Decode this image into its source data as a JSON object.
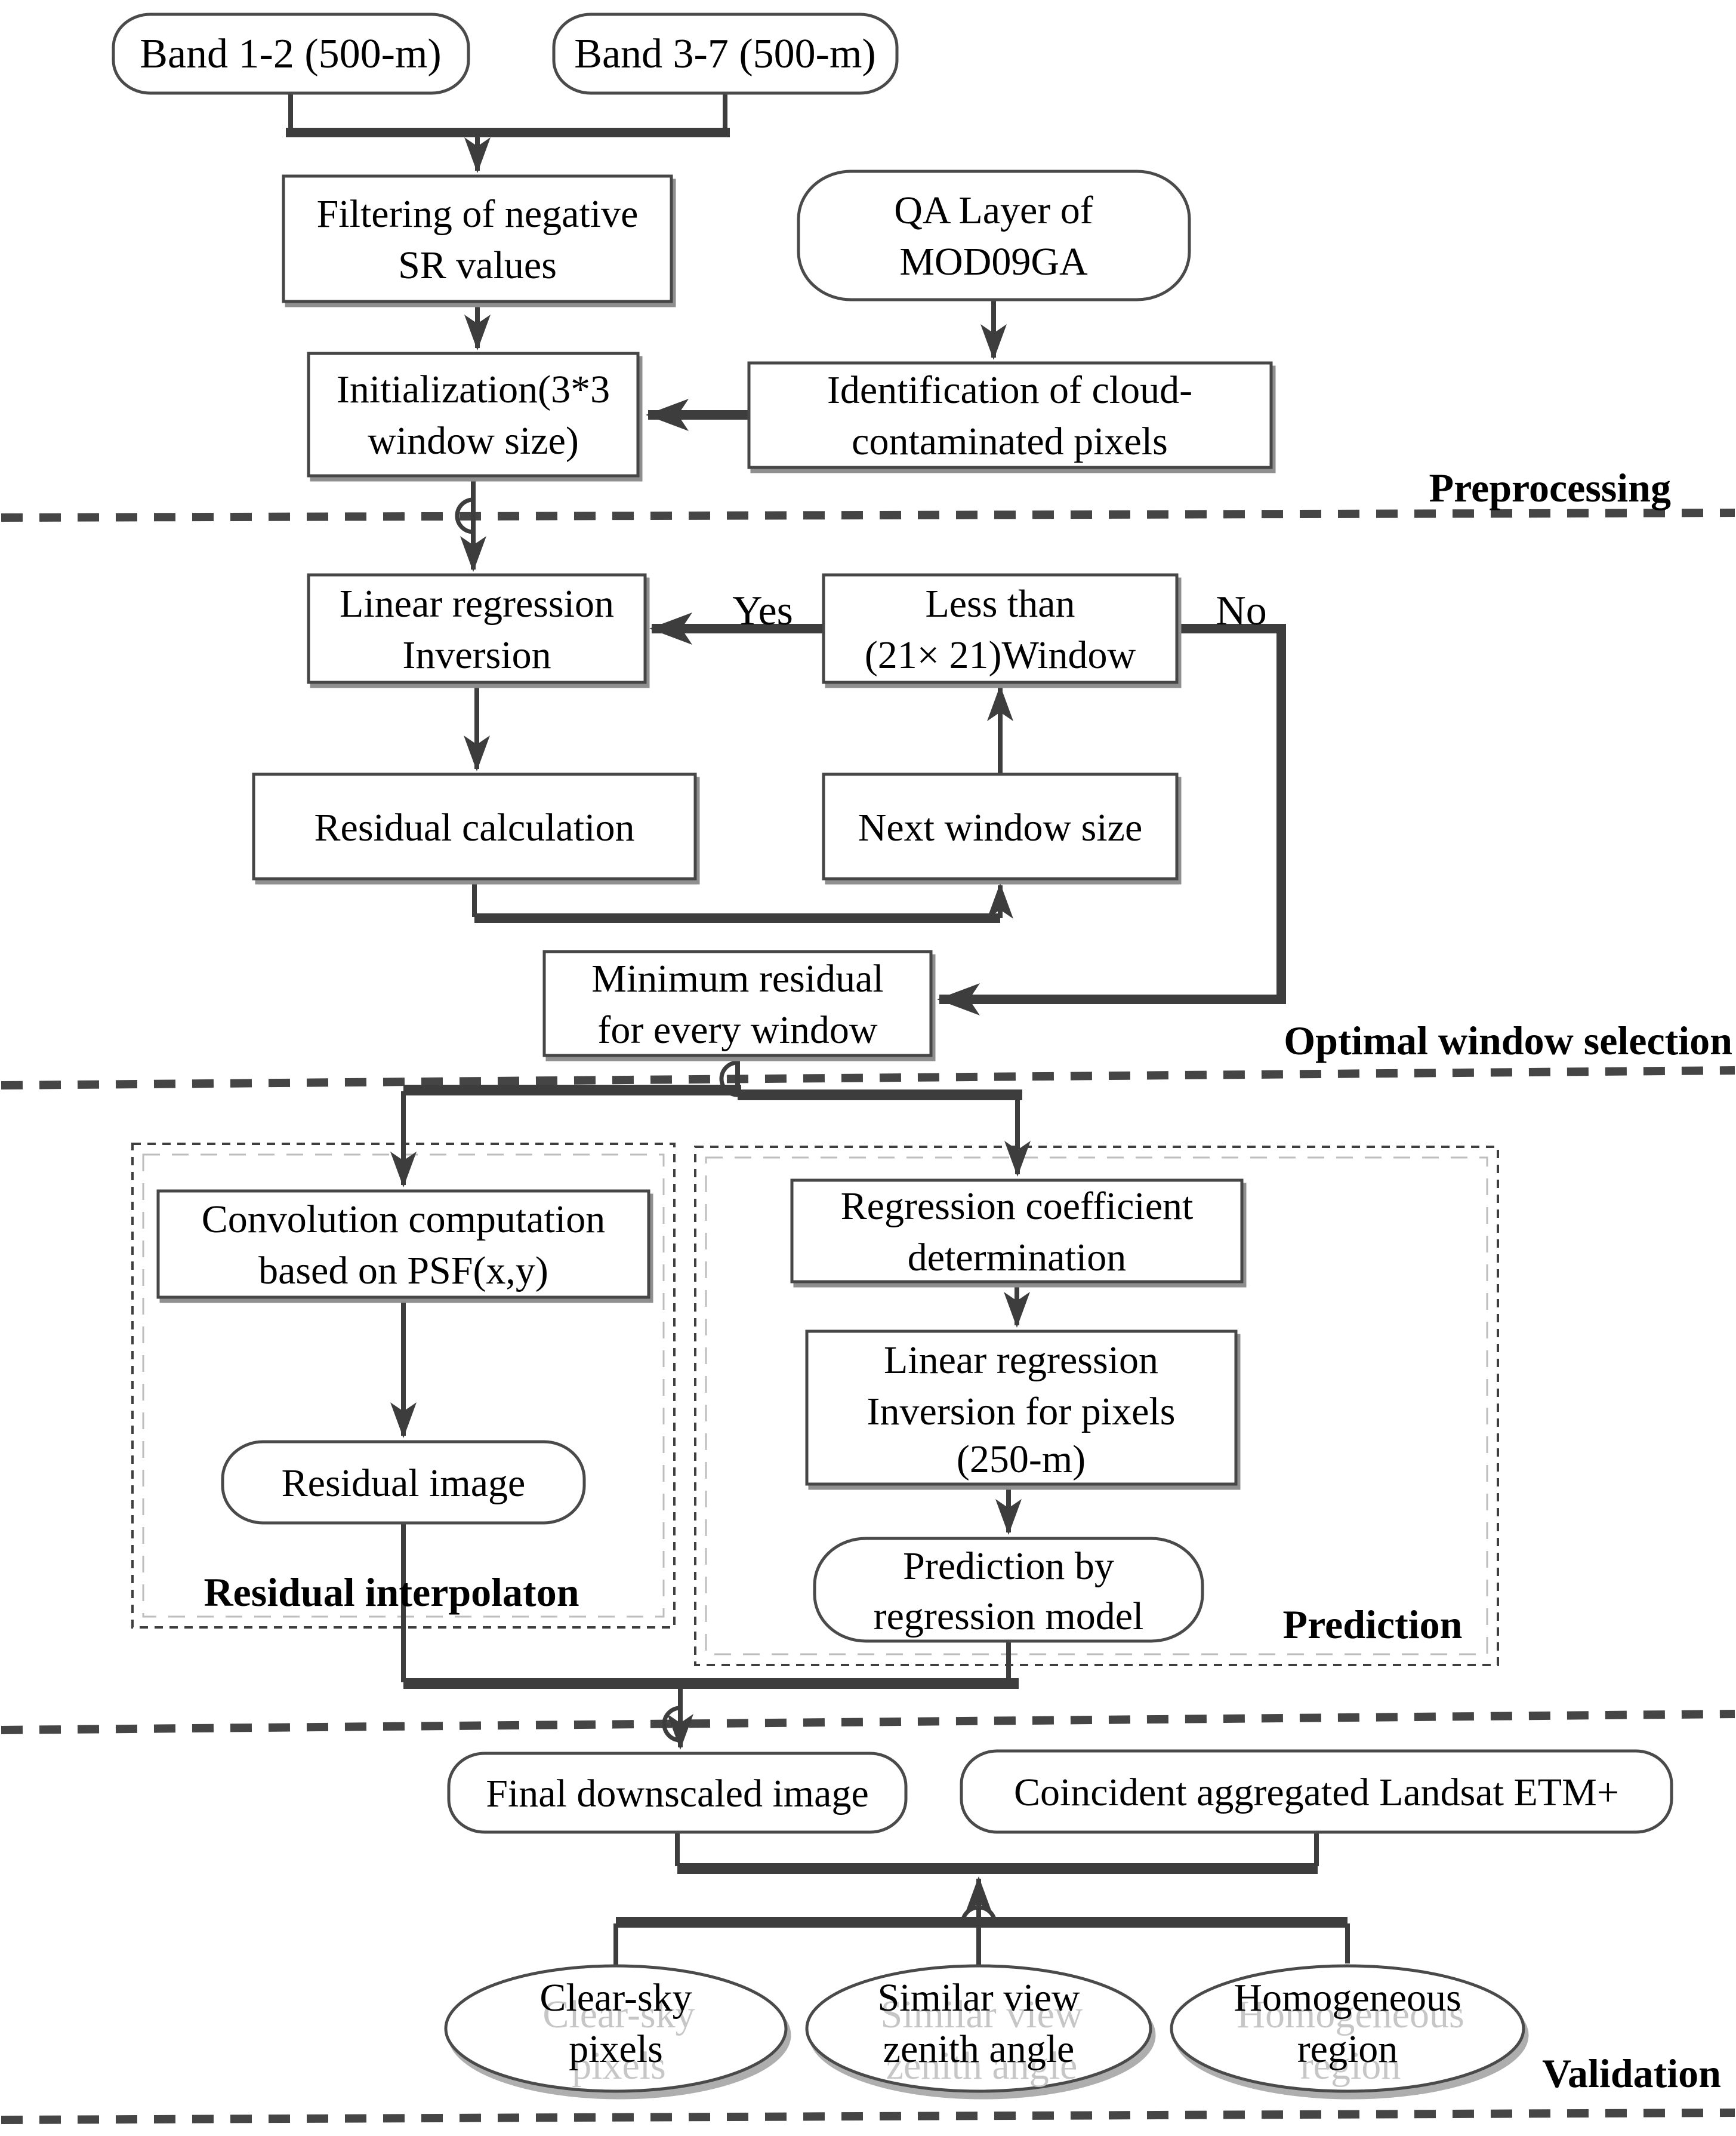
{
  "diagram_title": "MODIS surface-reflectance downscaling flowchart",
  "sections": {
    "preprocessing": {
      "label": "Preprocessing"
    },
    "optimal_window": {
      "label": "Optimal window selection"
    },
    "residual_interpolation": {
      "label": "Residual interpolaton"
    },
    "prediction": {
      "label": "Prediction"
    },
    "validation": {
      "label": "Validation"
    }
  },
  "nodes": {
    "band12": {
      "shape": "rounded",
      "lines": [
        "Band 1-2 (500-m)"
      ]
    },
    "band37": {
      "shape": "rounded",
      "lines": [
        "Band 3-7 (500-m)"
      ]
    },
    "filtering": {
      "shape": "rect",
      "lines": [
        "Filtering of negative",
        "SR values"
      ]
    },
    "qa_layer": {
      "shape": "rounded",
      "lines": [
        "QA Layer of",
        "MOD09GA"
      ]
    },
    "initialization": {
      "shape": "rect",
      "lines": [
        "Initialization(3*3",
        "window size)"
      ]
    },
    "identification": {
      "shape": "rect",
      "lines": [
        "Identification of cloud-",
        "contaminated pixels"
      ]
    },
    "linear_regression": {
      "shape": "rect",
      "lines": [
        "Linear regression",
        "Inversion"
      ]
    },
    "less_than": {
      "shape": "rect",
      "lines": [
        "Less than",
        "(21× 21)Window"
      ]
    },
    "residual_calc": {
      "shape": "rect",
      "lines": [
        "Residual calculation"
      ]
    },
    "next_window": {
      "shape": "rect",
      "lines": [
        "Next window size"
      ]
    },
    "min_residual": {
      "shape": "rect",
      "lines": [
        "Minimum residual",
        "for every window"
      ]
    },
    "convolution": {
      "shape": "rect",
      "lines": [
        "Convolution computation",
        "based on PSF(x,y)"
      ]
    },
    "residual_image": {
      "shape": "rounded",
      "lines": [
        "Residual image"
      ]
    },
    "reg_coeff": {
      "shape": "rect",
      "lines": [
        "Regression coefficient",
        "determination"
      ]
    },
    "linreg_pixels": {
      "shape": "rect",
      "lines": [
        "Linear regression",
        "Inversion for pixels",
        "(250-m)"
      ]
    },
    "prediction_model": {
      "shape": "rounded",
      "lines": [
        "Prediction by",
        "regression model"
      ]
    },
    "final_image": {
      "shape": "rounded",
      "lines": [
        "Final downscaled image"
      ]
    },
    "landsat": {
      "shape": "rounded",
      "lines": [
        "Coincident aggregated Landsat ETM+"
      ]
    },
    "clear_sky": {
      "shape": "ellipse",
      "lines": [
        "Clear-sky",
        "pixels"
      ]
    },
    "similar_view": {
      "shape": "ellipse",
      "lines": [
        "Similar view",
        "zenith angle"
      ]
    },
    "homogeneous": {
      "shape": "ellipse",
      "lines": [
        "Homogeneous",
        "region"
      ]
    }
  },
  "edge_labels": {
    "yes": "Yes",
    "no": "No"
  },
  "colors": {
    "line": "#3d3d3d",
    "text": "#000000",
    "shadow": "#8f8f8f",
    "background": "#ffffff"
  }
}
